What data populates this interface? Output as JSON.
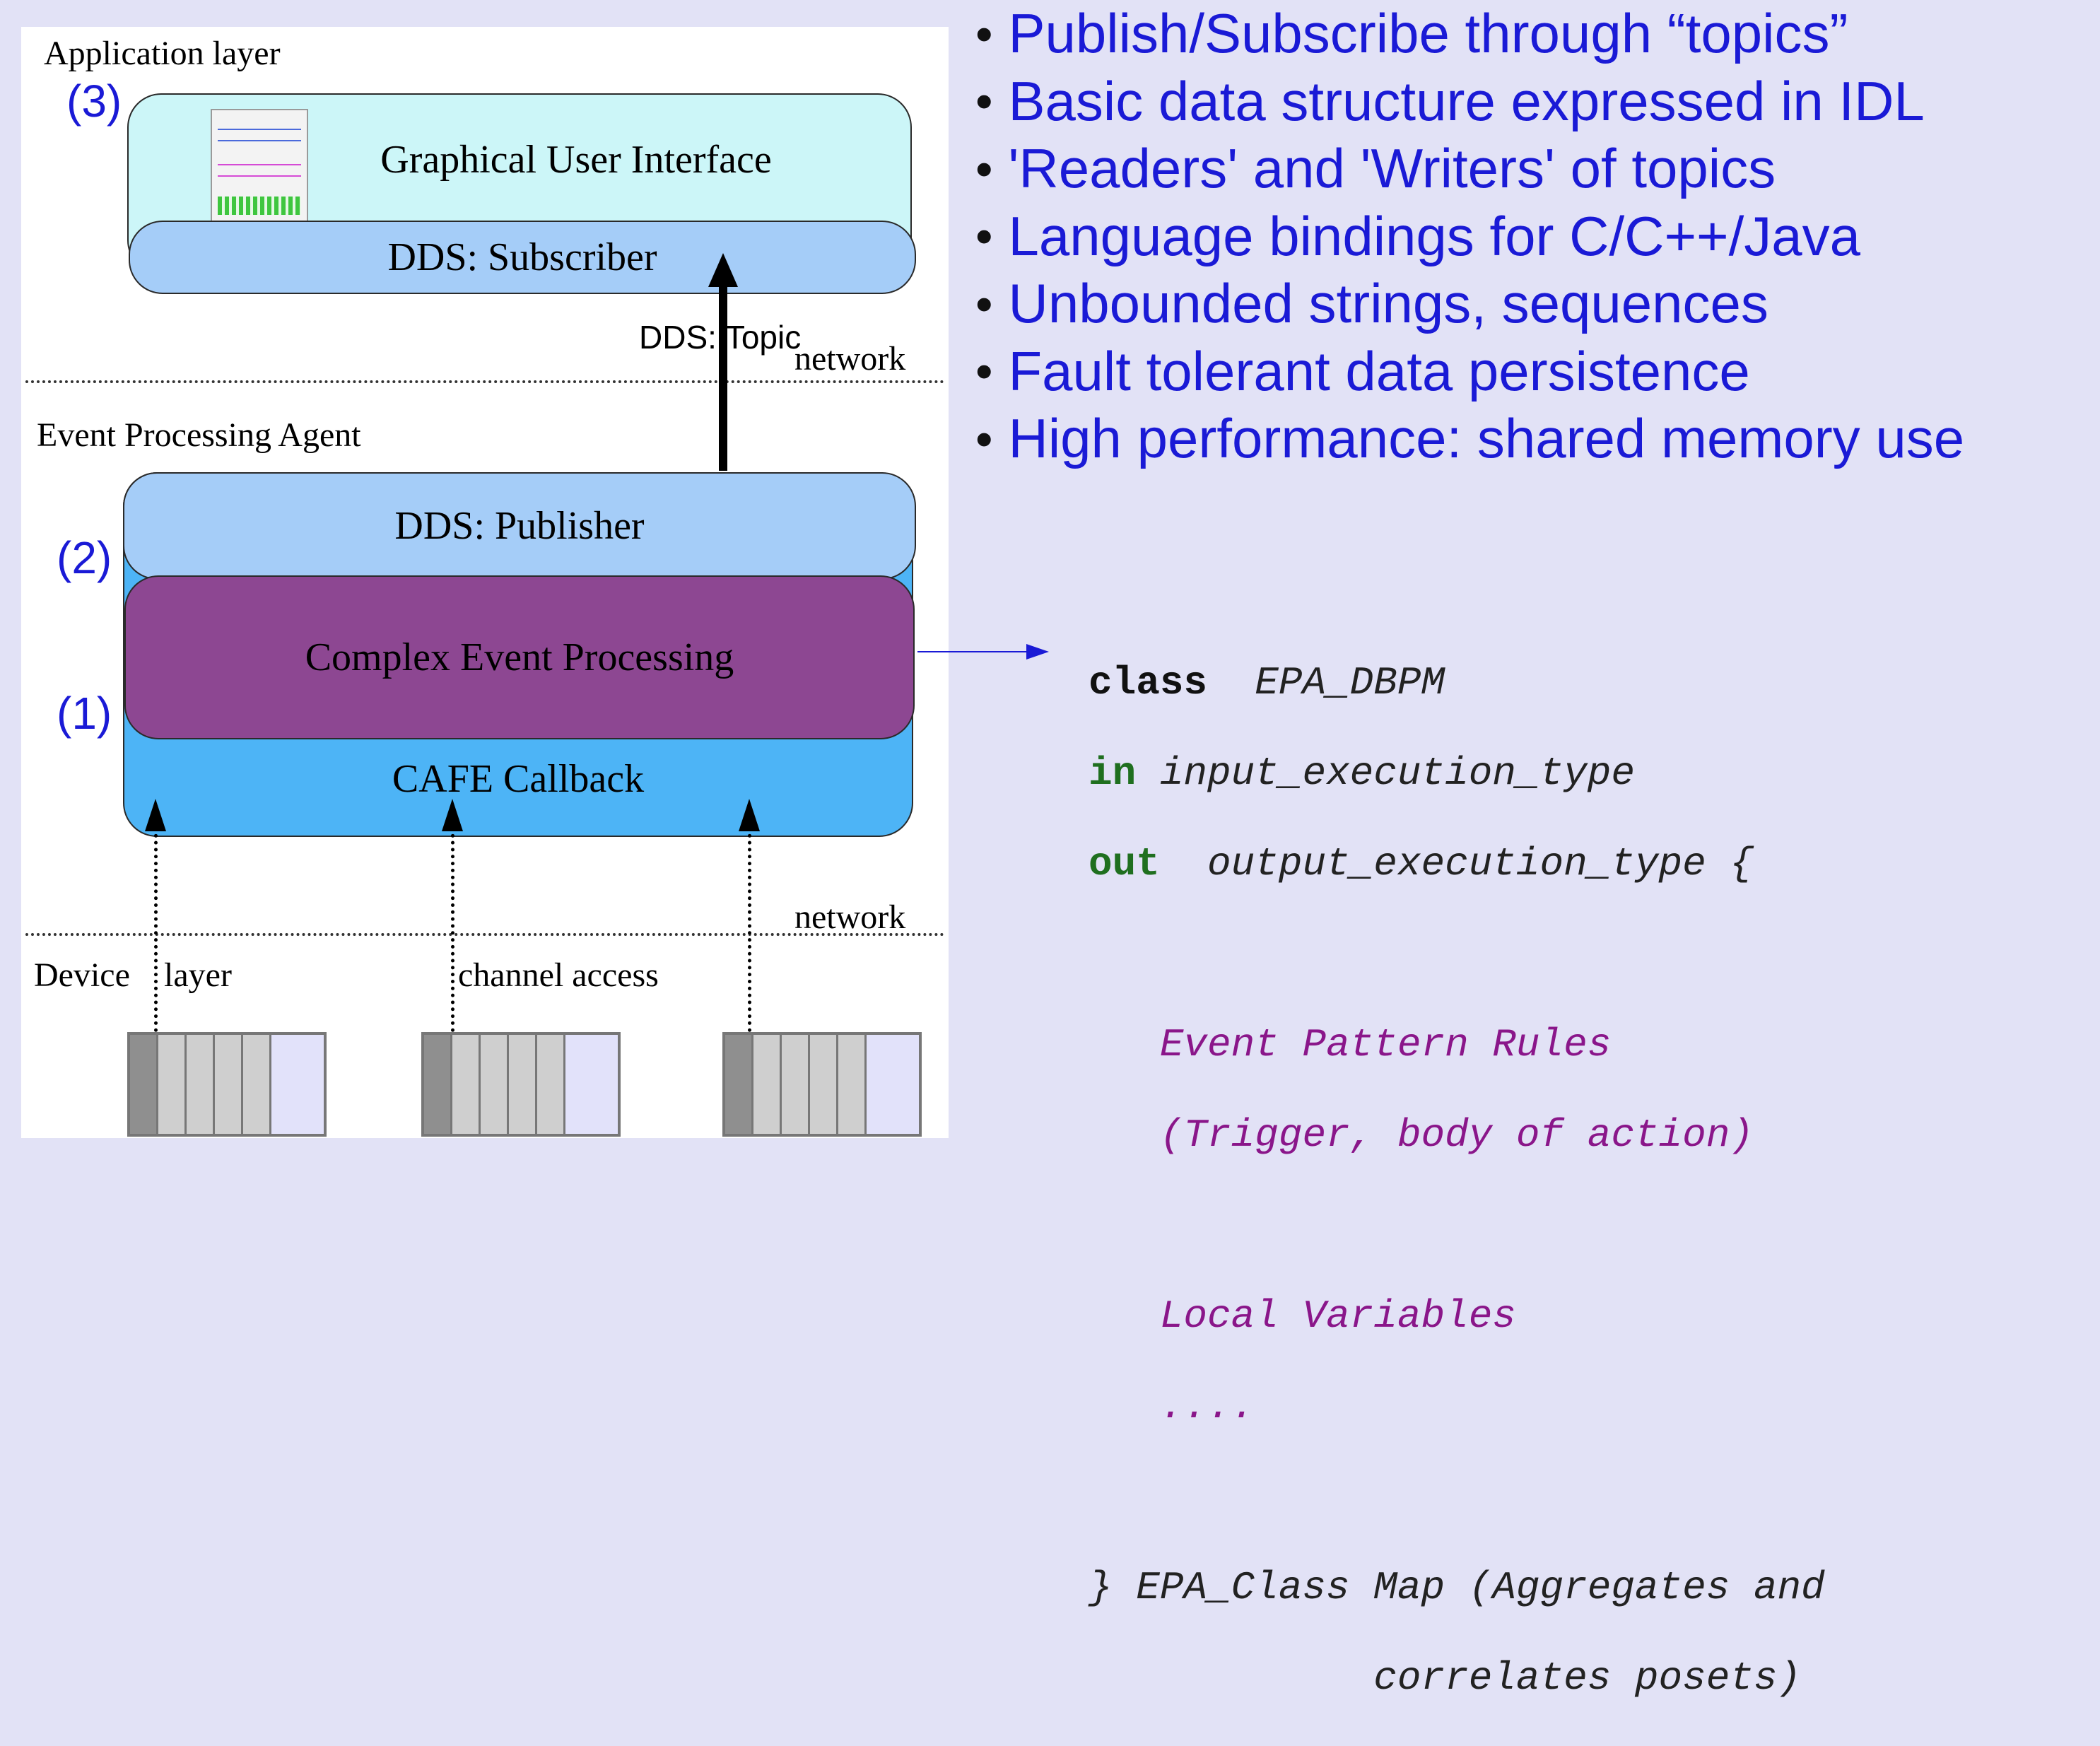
{
  "diagram": {
    "application_layer": "Application layer",
    "event_processing_agent": "Event Processing Agent",
    "device_layer": "Device",
    "device_layer_suffix": "layer",
    "channel_access": "channel access",
    "network_label": "network",
    "dds_topic": "DDS: Topic",
    "gui": "Graphical User Interface",
    "dds_subscriber": "DDS: Subscriber",
    "dds_publisher": "DDS: Publisher",
    "complex_event_processing": "Complex Event Processing",
    "cafe_callback": "CAFE Callback",
    "marker_3": "(3)",
    "marker_2": "(2)",
    "marker_1": "(1)",
    "colors": {
      "gui_box": "#ccf6f8",
      "dds_box": "#a5cdf8",
      "cafe_box": "#4db4f6",
      "cep_box": "#8d4792",
      "annotation": "#1a1ad6"
    }
  },
  "bullets": [
    "Publish/Subscribe through “topics”",
    "Basic data structure expressed in IDL",
    "'Readers' and 'Writers' of topics",
    "Language bindings for C/C++/Java",
    "Unbounded strings, sequences",
    "Fault tolerant data persistence",
    "High performance: shared memory use"
  ],
  "code": {
    "class_kw": "class",
    "class_name": "EPA_DBPM",
    "in_kw": "in",
    "in_type": "input_execution_type",
    "out_kw": "out",
    "out_type": "output_execution_type {",
    "rules_1": "Event Pattern Rules",
    "rules_2": "(Trigger, body of action)",
    "local_vars": "Local Variables",
    "dots": "....",
    "close_1": "} EPA_Class Map (Aggregates and",
    "close_2": "correlates posets)"
  }
}
